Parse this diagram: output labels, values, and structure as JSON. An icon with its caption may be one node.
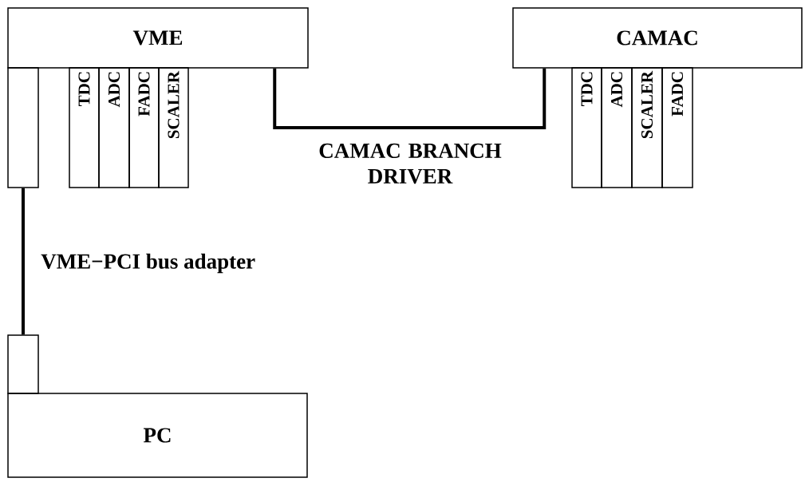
{
  "diagram": {
    "nodes": [
      {
        "text": [
          "VME"
        ]
      },
      {
        "text": [
          "CAMAC"
        ]
      },
      {
        "text": [],
        "shape": "box"
      },
      {
        "text": [
          "TDC"
        ]
      },
      {
        "text": [
          "ADC"
        ]
      },
      {
        "text": [
          "FADC"
        ]
      },
      {
        "text": [
          "SCALER"
        ]
      },
      {
        "text": [
          "TDC"
        ]
      },
      {
        "text": [
          "ADC"
        ]
      },
      {
        "text": [
          "SCALER"
        ]
      },
      {
        "text": [
          "FADC"
        ]
      },
      {
        "text": [],
        "shape": "box"
      },
      {
        "text": [
          "PC"
        ]
      }
    ],
    "edges": [
      {
        "from": 0,
        "to": 1,
        "arrow": "none",
        "label": "CAMAC BRANCH DRIVER"
      },
      {
        "from": 2,
        "to": 11,
        "arrow": "none",
        "label": "VME−PCI bus adapter"
      }
    ]
  }
}
